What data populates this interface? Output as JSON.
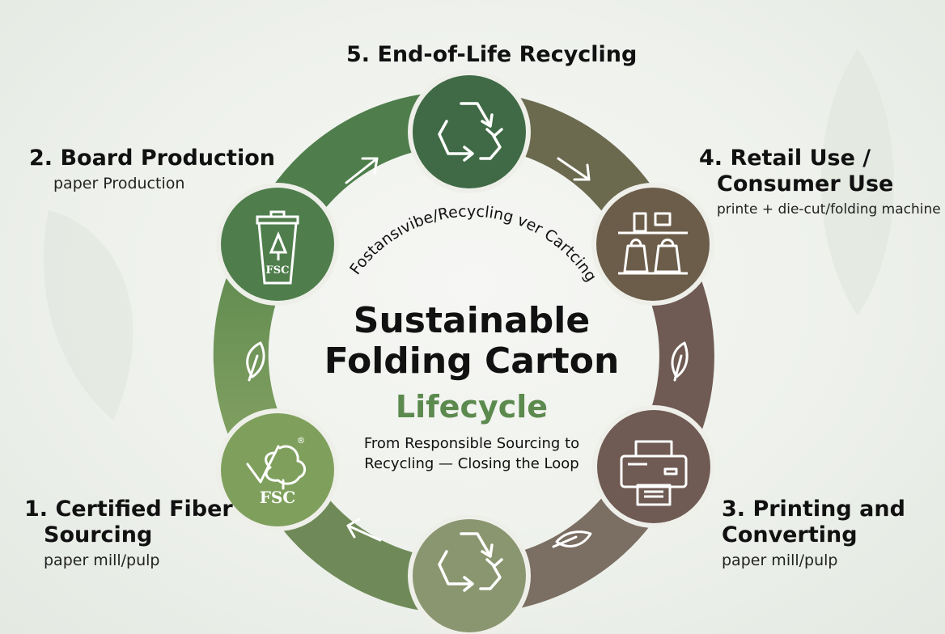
{
  "center": {
    "title_line1": "Sustainable",
    "title_line2": "Folding Carton",
    "subtitle": "Lifecycle",
    "tagline_line1": "From Responsible Sourcing to",
    "tagline_line2": "Recycling — Closing the Loop",
    "arc_text": "Fostansıvibe/Recycling ver Cartcing"
  },
  "stages": [
    {
      "title_line1": "1. Certified Fiber",
      "title_line2": "Sourcing",
      "subtitle": "paper mill/pulp",
      "icon": "fsc-tree-icon"
    },
    {
      "title_line1": "2. Board Production",
      "subtitle": "paper Production",
      "icon": "fsc-bin-icon"
    },
    {
      "title_line1": "3. Printing and",
      "title_line2": "Converting",
      "subtitle": "paper mill/pulp",
      "icon": "printer-icon"
    },
    {
      "title_line1": "4. Retail Use /",
      "title_line2": "Consumer Use",
      "subtitle": "printe + die-cut/folding machine",
      "icon": "retail-shelf-icon"
    },
    {
      "title_line1": "5. End-of-Life Recycling",
      "icon": "recycle-icon"
    }
  ],
  "icon_text": {
    "fsc": "FSC",
    "registered": "®"
  },
  "colors": {
    "green_light": "#7fa05d",
    "green_mid": "#5f8a4f",
    "green_dark": "#3f6a45",
    "olive": "#6c6a4f",
    "brown": "#6f5f55",
    "brown_light": "#7b6f64",
    "accent_text": "#5c8a4e"
  }
}
